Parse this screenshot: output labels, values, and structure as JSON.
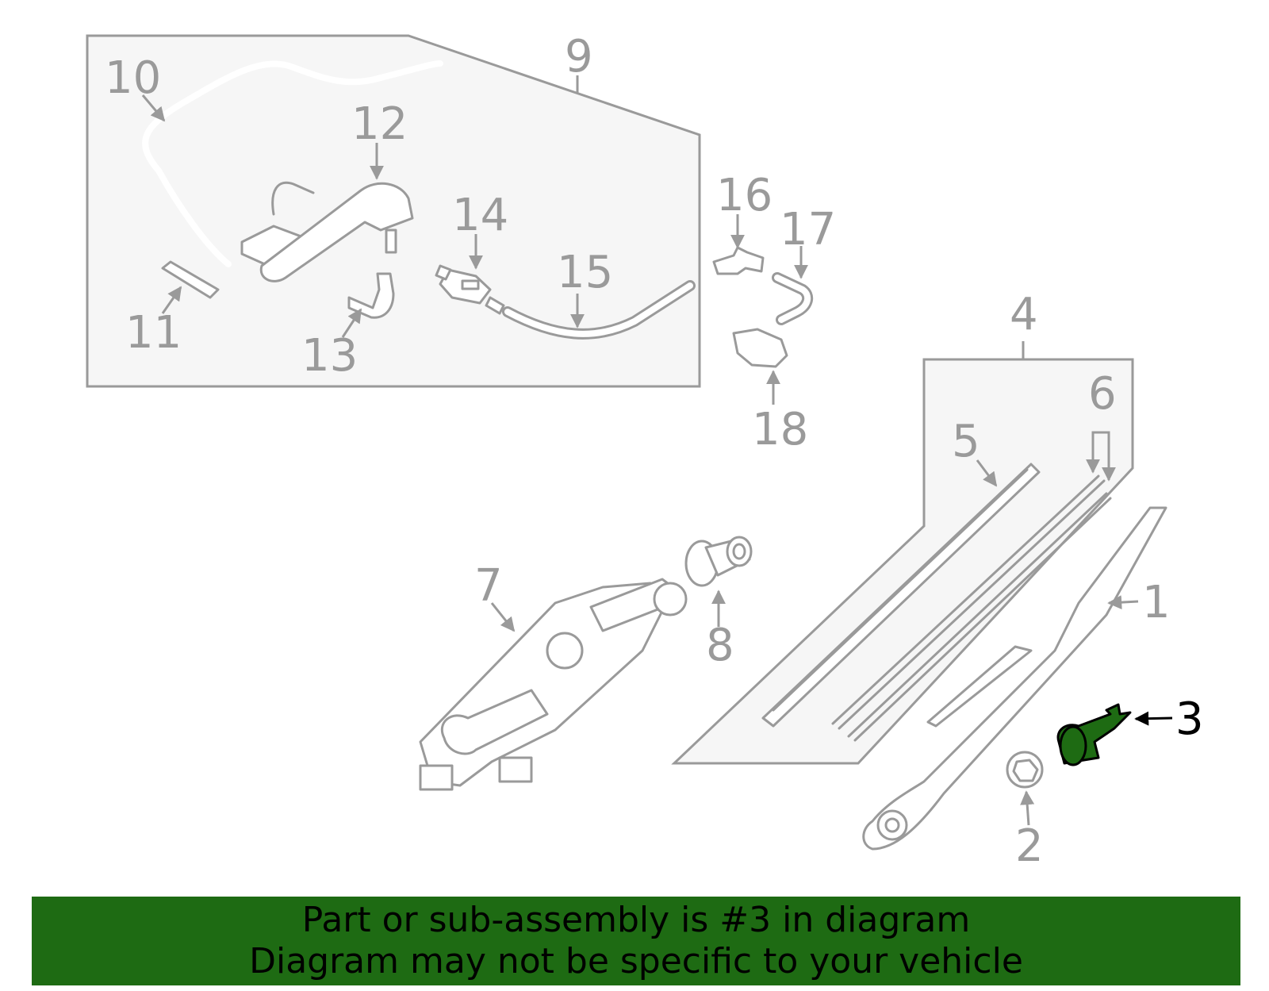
{
  "diagram": {
    "highlighted_part": "3",
    "highlight_color": "#1e6b13",
    "line_color": "#9a9a9a",
    "callouts": {
      "c1": "1",
      "c2": "2",
      "c3": "3",
      "c4": "4",
      "c5": "5",
      "c6": "6",
      "c7": "7",
      "c8": "8",
      "c9": "9",
      "c10": "10",
      "c11": "11",
      "c12": "12",
      "c13": "13",
      "c14": "14",
      "c15": "15",
      "c16": "16",
      "c17": "17",
      "c18": "18"
    }
  },
  "banner": {
    "line1": "Part or sub-assembly is #3 in diagram",
    "line2": "Diagram may not be specific to your vehicle",
    "background": "#1e6b13"
  }
}
